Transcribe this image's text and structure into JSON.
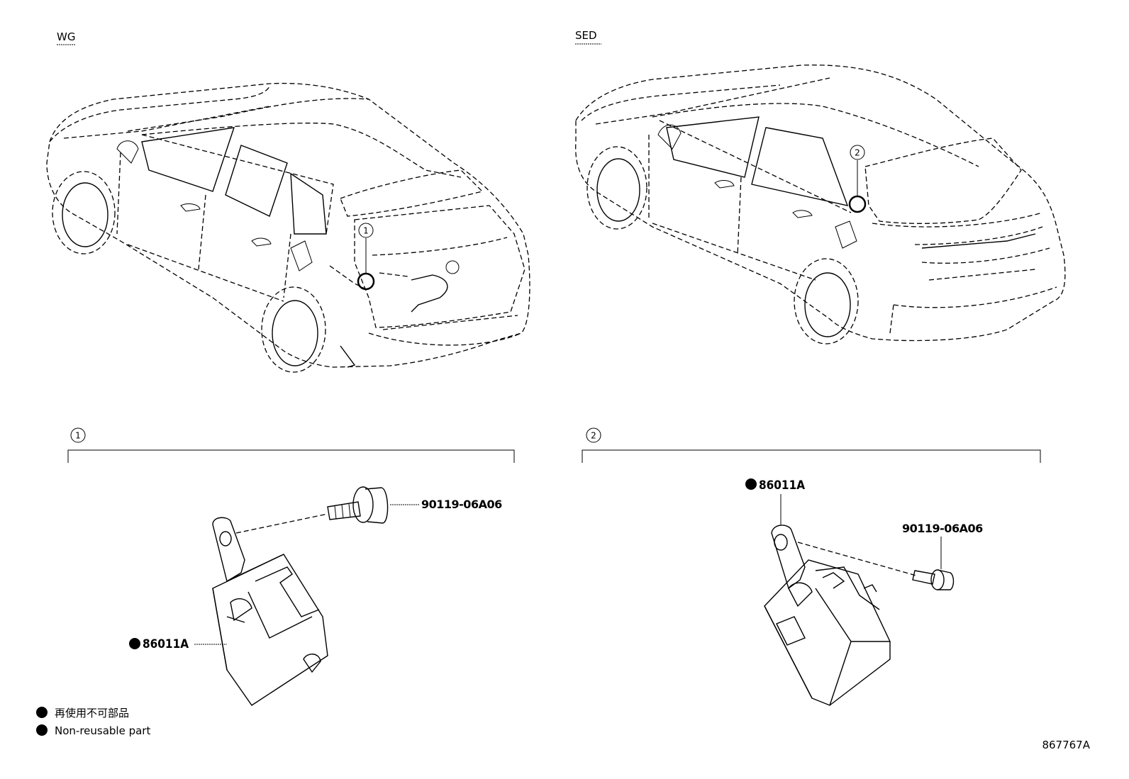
{
  "views": {
    "wagon": {
      "label": "WG",
      "callout": "1"
    },
    "sedan": {
      "label": "SED",
      "callout": "2"
    }
  },
  "details": [
    {
      "callout": "1",
      "part_number": "86011A",
      "bolt_number": "90119-06A06"
    },
    {
      "callout": "2",
      "part_number": "86011A",
      "bolt_number": "90119-06A06"
    }
  ],
  "legend": {
    "symbol": "●",
    "line_jp": "再使用不可部品",
    "line_en": "Non-reusable part"
  },
  "figure_id": "867767A"
}
